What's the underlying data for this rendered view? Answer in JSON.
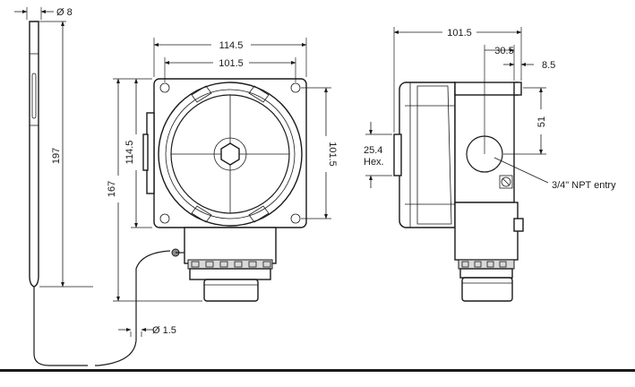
{
  "dimensions": {
    "sensor_diameter": "Ø 8",
    "sensor_length": "197",
    "capillary_diameter": "Ø 1.5",
    "front_overall_width": "114.5",
    "front_hole_spacing_width": "101.5",
    "front_overall_height": "167",
    "front_body_height": "114.5",
    "front_hole_spacing_height": "101.5",
    "side_depth": "101.5",
    "side_entry_offset": "30.5",
    "side_lug_width": "8.5",
    "side_entry_height": "51",
    "hex_size_value": "25.4",
    "hex_size_unit": "Hex."
  },
  "labels": {
    "npt_entry": "3/4\" NPT entry"
  },
  "colors": {
    "line": "#1a1a1a",
    "shade": "#d9d9d9",
    "dark": "#8c8c8c"
  }
}
